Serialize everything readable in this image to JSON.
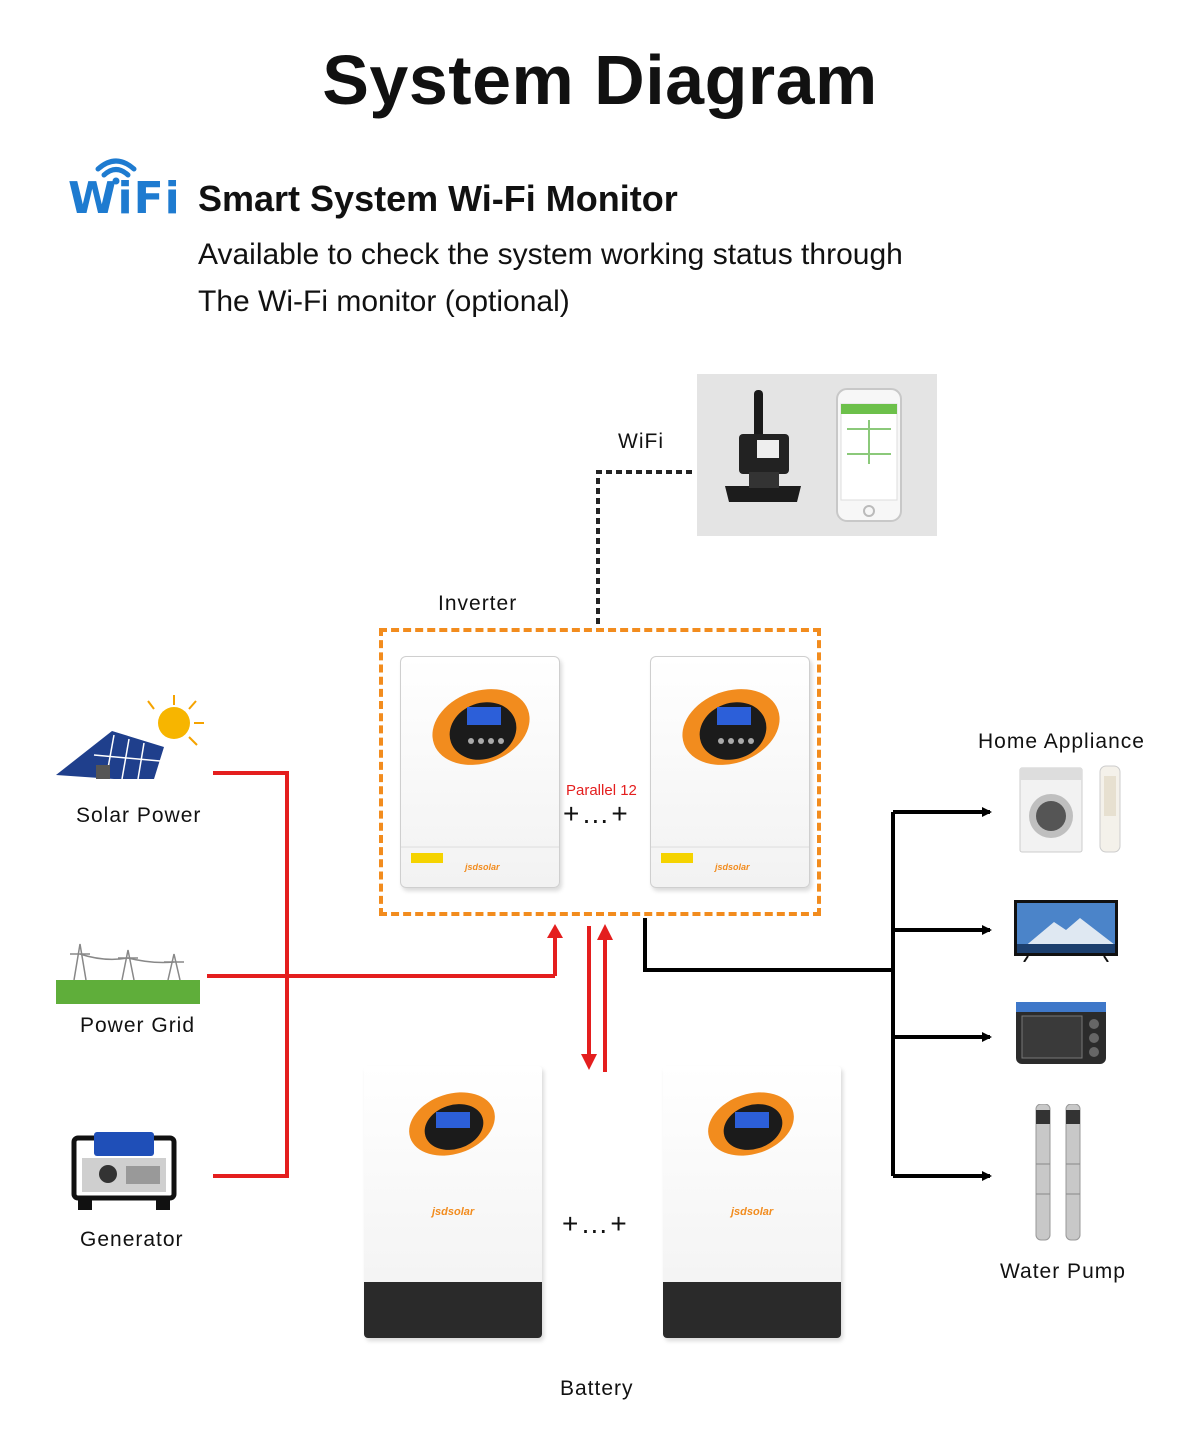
{
  "title": "System Diagram",
  "wifi_badge": {
    "text": "WiFi",
    "color": "#1e7bd0"
  },
  "feature": {
    "heading": "Smart System Wi-Fi Monitor",
    "line1": "Available to check the system working status through",
    "line2": "The Wi-Fi monitor (optional)"
  },
  "diagram": {
    "wifi_label": "WiFi",
    "inverter_label": "Inverter",
    "parallel_label": "Parallel 12",
    "inverter_plus": "+…+",
    "battery_plus": "+…+",
    "battery_label": "Battery",
    "sources": [
      {
        "label": "Solar Power",
        "icon": "solar-house-icon"
      },
      {
        "label": "Power Grid",
        "icon": "power-pylon-icon"
      },
      {
        "label": "Generator",
        "icon": "generator-icon"
      }
    ],
    "loads": [
      {
        "label": "Home Appliance",
        "icon": "washer-and-ac-icon"
      },
      {
        "label": "",
        "icon": "tv-icon"
      },
      {
        "label": "",
        "icon": "oven-icon"
      },
      {
        "label": "Water Pump",
        "icon": "water-pump-icon"
      }
    ],
    "brand": "jsdsolar",
    "colors": {
      "power_line": "#e41e1e",
      "load_line": "#000000",
      "inverter_border": "#f28c1e",
      "accent": "#f28c1e"
    }
  }
}
